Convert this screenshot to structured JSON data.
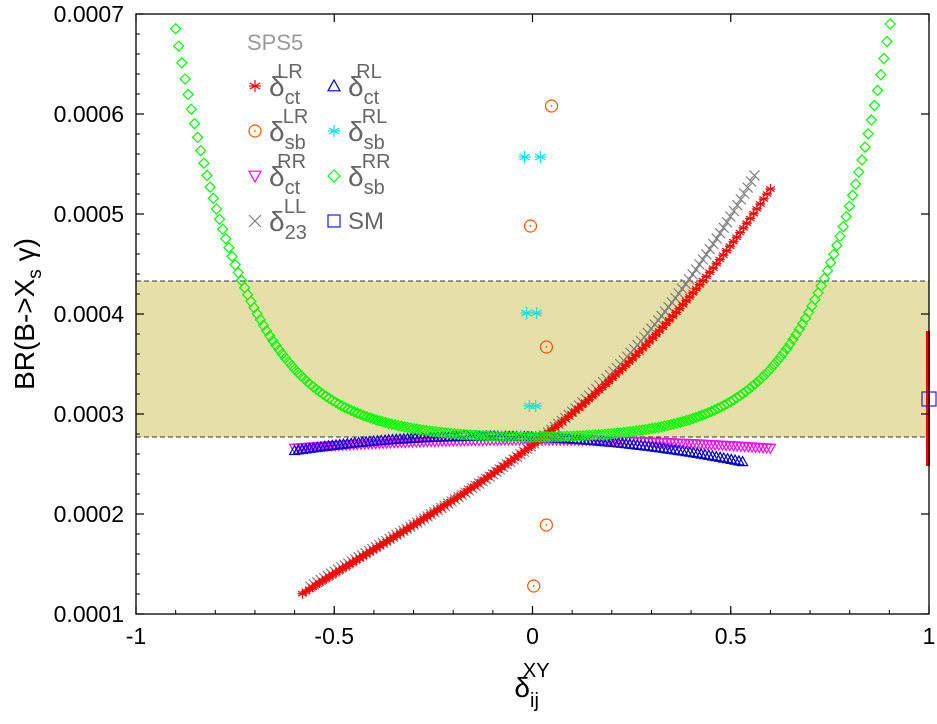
{
  "chart_data": {
    "type": "scatter",
    "title": "",
    "xlabel": {
      "base": "δ",
      "sub": "ij",
      "sup": "XY"
    },
    "ylabel": {
      "pre": "BR(B->X",
      "sub": "s",
      "post": " γ)"
    },
    "xlim": [
      -1,
      1
    ],
    "ylim": [
      0.0001,
      0.0007
    ],
    "x_ticks": [
      -1,
      -0.5,
      0,
      0.5,
      1
    ],
    "x_tick_labels": [
      "-1",
      "-0.5",
      "0",
      "0.5",
      "1"
    ],
    "y_ticks": [
      0.0001,
      0.0002,
      0.0003,
      0.0004,
      0.0005,
      0.0006,
      0.0007
    ],
    "y_tick_labels": [
      "0.0001",
      "0.0002",
      "0.0003",
      "0.0004",
      "0.0005",
      "0.0006",
      "0.0007"
    ],
    "grid": false,
    "legend_title": "SPS5",
    "legend_placement": "top-left",
    "band": {
      "low": 0.000277,
      "high": 0.000433,
      "color": "#e5e0a8"
    },
    "sm_point": {
      "x": 1.0,
      "y": 0.000315,
      "err_low": 0.000248,
      "err_high": 0.000383,
      "label": "SM",
      "color": "#1a1aff",
      "err_color": "#ff0000"
    },
    "series": [
      {
        "name": {
          "base": "δ",
          "sup": "LR",
          "sub": "ct"
        },
        "marker": "asterisk",
        "color": "#ff0000",
        "mode": "curve",
        "x_range": [
          -0.58,
          0.6
        ],
        "n": 140,
        "poly": [
          0.000269,
          0.000299,
          0.000142,
          0.000118
        ]
      },
      {
        "name": {
          "base": "δ",
          "sup": "RL",
          "sub": "ct"
        },
        "marker": "triangle-up",
        "color": "#0000cc",
        "mode": "curve",
        "x_range": [
          -0.6,
          0.53
        ],
        "n": 120,
        "poly": [
          0.000277,
          -1.41e-05,
          -6.1e-05
        ]
      },
      {
        "name": {
          "base": "δ",
          "sup": "LR",
          "sub": "sb"
        },
        "marker": "circle-dot",
        "color": "#ff5500",
        "mode": "points",
        "points": [
          [
            0.048,
            0.000608
          ],
          [
            -0.005,
            0.000488
          ],
          [
            0.035,
            0.000367
          ],
          [
            0.035,
            0.000189
          ],
          [
            0.003,
            0.000128
          ]
        ]
      },
      {
        "name": {
          "base": "δ",
          "sup": "RL",
          "sub": "sb"
        },
        "marker": "asterisk",
        "color": "#00e5ee",
        "mode": "points",
        "points": [
          [
            -0.02,
            0.000557
          ],
          [
            0.02,
            0.000557
          ],
          [
            -0.015,
            0.000401
          ],
          [
            0.01,
            0.000401
          ],
          [
            -0.008,
            0.000308
          ],
          [
            0.008,
            0.000308
          ]
        ]
      },
      {
        "name": {
          "base": "δ",
          "sup": "RR",
          "sub": "ct"
        },
        "marker": "triangle-down",
        "color": "#ff00ff",
        "mode": "curve",
        "x_range": [
          -0.6,
          0.6
        ],
        "n": 130,
        "poly": [
          0.000274,
          0,
          -2.3e-05
        ]
      },
      {
        "name": {
          "base": "δ",
          "sup": "RR",
          "sub": "sb"
        },
        "marker": "diamond",
        "color": "#00ff00",
        "mode": "curve",
        "x_range": [
          -0.9,
          0.91
        ],
        "n": 230,
        "poly": [
          0.000277,
          0,
          7.8e-05,
          0,
          0.000134,
          0,
          0.000484
        ]
      },
      {
        "name": {
          "base": "δ",
          "sup": "LL",
          "sub": "23"
        },
        "marker": "cross",
        "color": "#808080",
        "mode": "curve",
        "x_range": [
          -0.56,
          0.56
        ],
        "n": 130,
        "poly": [
          0.000269,
          0.000311,
          0.000204,
          0.000179
        ]
      },
      {
        "name": {
          "plain": "SM"
        },
        "marker": "square",
        "color": "#1a1aff",
        "mode": "legend-only"
      }
    ]
  }
}
